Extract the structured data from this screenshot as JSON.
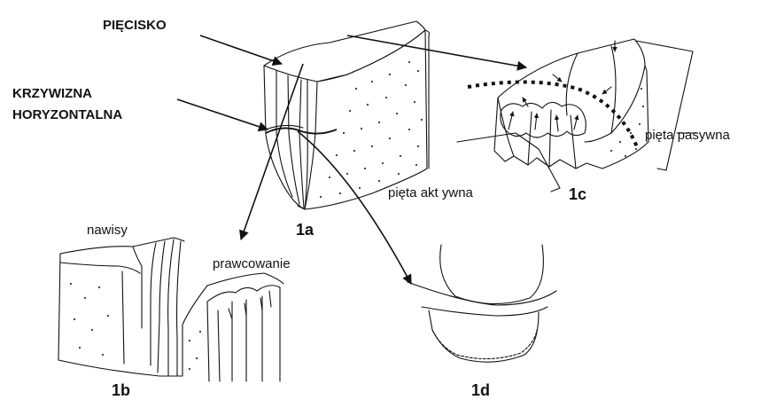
{
  "labels": {
    "piecisko": "PIĘCISKO",
    "krzywizna_line1": "KRZYWIZNA",
    "krzywizna_line2": "HORYZONTALNA",
    "nawisy": "nawisy",
    "prawcowanie": "prawcowanie",
    "pieta_pasywna": "pięta pasywna",
    "pieta_aktywna": "pięta akt ywna"
  },
  "figure_ids": {
    "f1a": "1a",
    "f1b": "1b",
    "f1c": "1c",
    "f1d": "1d"
  }
}
